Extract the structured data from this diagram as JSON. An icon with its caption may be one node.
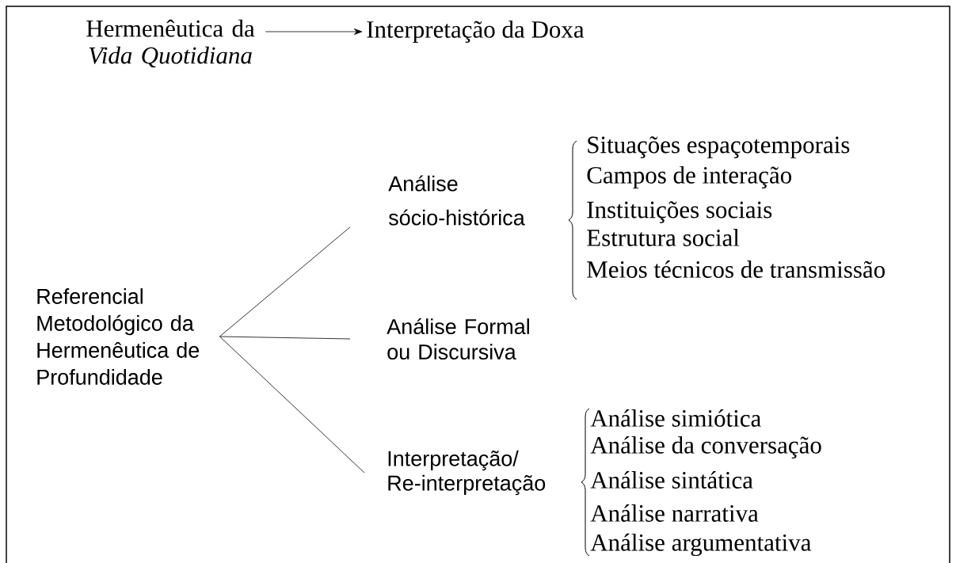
{
  "diagram": {
    "nodes": [
      {
        "text": [
          "Hermenêutica da *Vida Quotidiana*"
        ]
      },
      {
        "text": [
          "Interpretação da Doxa"
        ]
      },
      {
        "text": [
          "Referencial Metodológico da Hermenêutica de Profundidade"
        ]
      },
      {
        "text": [
          "Análise sócio-histórica"
        ]
      },
      {
        "text": [
          "Análise Formal ou Discursiva"
        ]
      },
      {
        "text": [
          "Interpretação/ Re-interpretação"
        ]
      }
    ],
    "edges": [
      {
        "from": 0,
        "to": 1,
        "arrow": "to"
      },
      {
        "from": 2,
        "to": 3,
        "arrow": "none"
      },
      {
        "from": 2,
        "to": 4,
        "arrow": "none"
      },
      {
        "from": 2,
        "to": 5,
        "arrow": "none"
      }
    ],
    "labels": [
      "Situações espaçotemporais",
      "Campos de interação",
      "Instituições sociais",
      "Estrutura social",
      "Meios técnicos de transmissão",
      "Análise simiótica",
      "Análise da conversação",
      "Análise sintática",
      "Análise narrativa",
      "Análise argumentativa"
    ]
  }
}
